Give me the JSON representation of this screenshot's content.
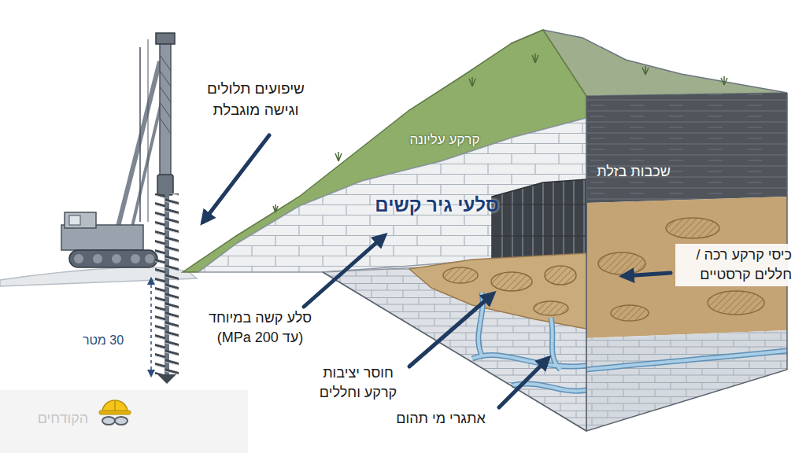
{
  "diagram": {
    "labels": [
      "שיפועים תלולים וגישה מוגבלת",
      "קרקע עליונה",
      "סלעי גיר קשים",
      "שכבות בזלת",
      "כיסי קרקע רכה / חללים קרסטיים",
      "סלע קשה במיוחד (עד 200 MPa)",
      "30 מטר",
      "חוסר יציבות קרקע וחללים",
      "אתגרי מי תהום",
      "הקודחים"
    ]
  }
}
